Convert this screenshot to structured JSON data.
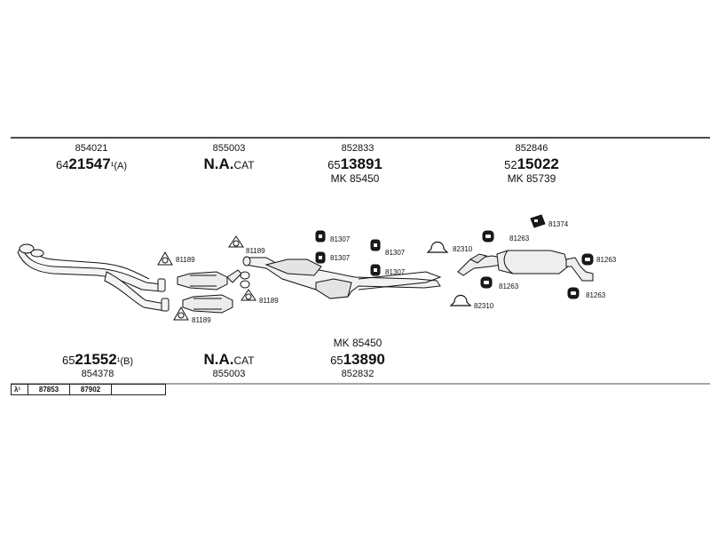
{
  "top_row": [
    {
      "id": "front-pipe-a",
      "code": "854021",
      "prefix": "64",
      "main": "21547",
      "suffix": "¹(A)",
      "mk": ""
    },
    {
      "id": "catalyst-top",
      "code": "855003",
      "cat_main": "N.A.",
      "cat_tail": "CAT"
    },
    {
      "id": "middle-silencer-top",
      "code": "852833",
      "prefix": "65",
      "main": "13891",
      "mk": "MK 85450"
    },
    {
      "id": "rear-silencer",
      "code": "852846",
      "prefix": "52",
      "main": "15022",
      "mk": "MK 85739"
    }
  ],
  "bottom_row": [
    {
      "id": "front-pipe-b",
      "code": "854378",
      "prefix": "65",
      "main": "21552",
      "suffix": "¹(B)"
    },
    {
      "id": "catalyst-bottom",
      "code": "855003",
      "cat_main": "N.A.",
      "cat_tail": "CAT"
    },
    {
      "id": "middle-silencer-bottom",
      "code": "852832",
      "prefix": "65",
      "main": "13890",
      "mk": "MK 85450"
    }
  ],
  "parts": {
    "gasket_81189_a": "81189",
    "gasket_81189_b": "81189",
    "gasket_81189_c": "81189",
    "gasket_81189_d": "81189",
    "hanger_81307_a": "81307",
    "hanger_81307_b": "81307",
    "hanger_81307_c": "81307",
    "hanger_81307_d": "81307",
    "clamp_82310_a": "82310",
    "clamp_82310_b": "82310",
    "hanger_81263_a": "81263",
    "hanger_81263_b": "81263",
    "hanger_81263_c": "81263",
    "hanger_81263_d": "81263",
    "hanger_81374": "81374"
  },
  "lambda_table": {
    "symbol": "λ¹",
    "values": [
      "87853",
      "87902"
    ]
  }
}
